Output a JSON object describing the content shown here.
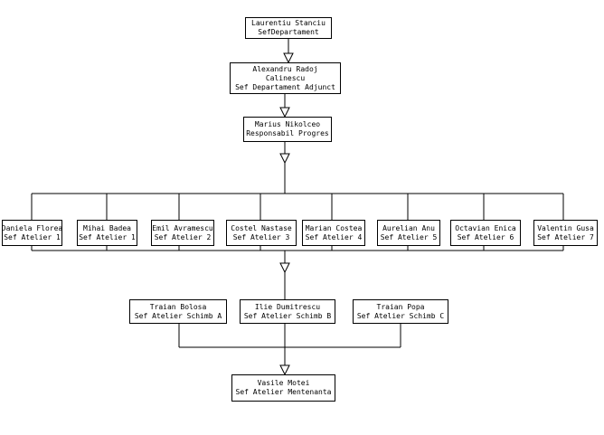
{
  "nodes": {
    "top": {
      "line1": "Laurentiu Stanciu",
      "line2": "SefDepartament"
    },
    "deputy": {
      "line1": "Alexandru Radoj",
      "line2": "Calinescu",
      "line3": "Sef Departament Adjunct"
    },
    "progress": {
      "line1": "Marius Nikolceo",
      "line2": "Responsabil Progres"
    },
    "atelier_heads": [
      {
        "line1": "Daniela Florea",
        "line2": "Sef Atelier 1"
      },
      {
        "line1": "Mihai Badea",
        "line2": "Sef Atelier 1"
      },
      {
        "line1": "Emil Avramescu",
        "line2": "Sef Atelier 2"
      },
      {
        "line1": "Costel   Nastase",
        "line2": "Sef Atelier 3"
      },
      {
        "line1": "Marian Costea",
        "line2": "Sef Atelier 4"
      },
      {
        "line1": "Aurelian Anu",
        "line2": "Sef Atelier 5"
      },
      {
        "line1": "Octavian Enica",
        "line2": "Sef Atelier 6"
      },
      {
        "line1": "Valentin Gusa",
        "line2": "Sef Atelier 7"
      }
    ],
    "shift_heads": [
      {
        "line1": "Traian Bolosa",
        "line2": "Sef Atelier Schimb A"
      },
      {
        "line1": "Ilie Dumitrescu",
        "line2": "Sef Atelier Schimb B"
      },
      {
        "line1": "Traian Popa",
        "line2": "Sef Atelier Schimb C"
      }
    ],
    "maintenance": {
      "line1": "Vasile Motei",
      "line2": "Sef Atelier Mentenanta"
    }
  }
}
